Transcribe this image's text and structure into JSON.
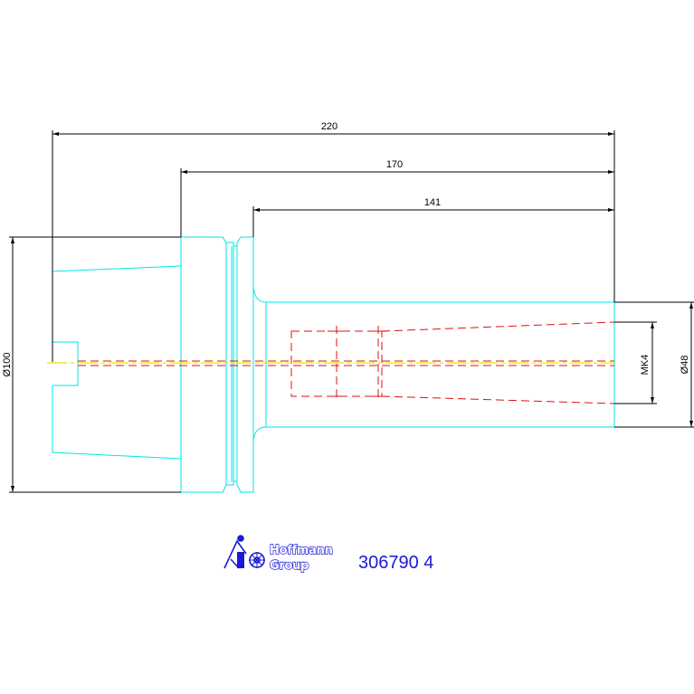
{
  "drawing": {
    "dimensions": {
      "total_length": "220",
      "shank_length": "170",
      "body_length": "141",
      "flange_diameter": "Ø100",
      "body_diameter": "Ø48",
      "taper": "MK4"
    },
    "logo": {
      "line1": "Hoffmann",
      "line2": "Group"
    },
    "part_number": "306790 4"
  },
  "colors": {
    "outline": "#00e5e5",
    "dimension": "#000000",
    "hidden": "#e01010",
    "centerline": "#e8e800",
    "brand": "#1a1ad6"
  }
}
